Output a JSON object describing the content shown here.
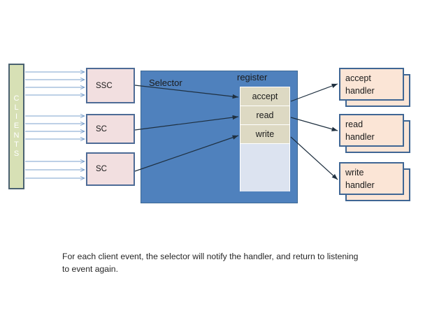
{
  "diagram": {
    "title_hidden": "",
    "clients": {
      "label": "CLIENTS",
      "letters": [
        "C",
        "L",
        "I",
        "E",
        "N",
        "T",
        "S"
      ],
      "color": "#d7e0b5",
      "border_color": "#4a6170",
      "text_color": "#ffffff"
    },
    "channel_arrow_color": "#7ba0cd",
    "connector_color": "#1f3040",
    "socket_boxes": [
      {
        "id": "ssc",
        "label": "SSC",
        "arrow_count": 4
      },
      {
        "id": "sc-1",
        "label": "SC",
        "arrow_count": 4
      },
      {
        "id": "sc-2",
        "label": "SC",
        "arrow_count": 3
      }
    ],
    "socket_box_color": "#f2dfe0",
    "socket_box_border": "#4d6b96",
    "selector": {
      "label": "Selector",
      "panel_color": "#4f81bd",
      "register_label": "register",
      "register_items": [
        {
          "label": "accept"
        },
        {
          "label": "read"
        },
        {
          "label": "write"
        }
      ],
      "register_item_color": "#ddd9c3",
      "register_empty_color": "#dce3f0"
    },
    "handlers": [
      {
        "id": "accept",
        "line1": "accept",
        "line2": "handler"
      },
      {
        "id": "read",
        "line1": "read",
        "line2": "handler"
      },
      {
        "id": "write",
        "line1": "write",
        "line2": "handler"
      }
    ],
    "handler_color": "#fbe5d6",
    "handler_border": "#3f6694",
    "caption": "For each client event, the selector will notify the handler, and return to listening to event again."
  }
}
